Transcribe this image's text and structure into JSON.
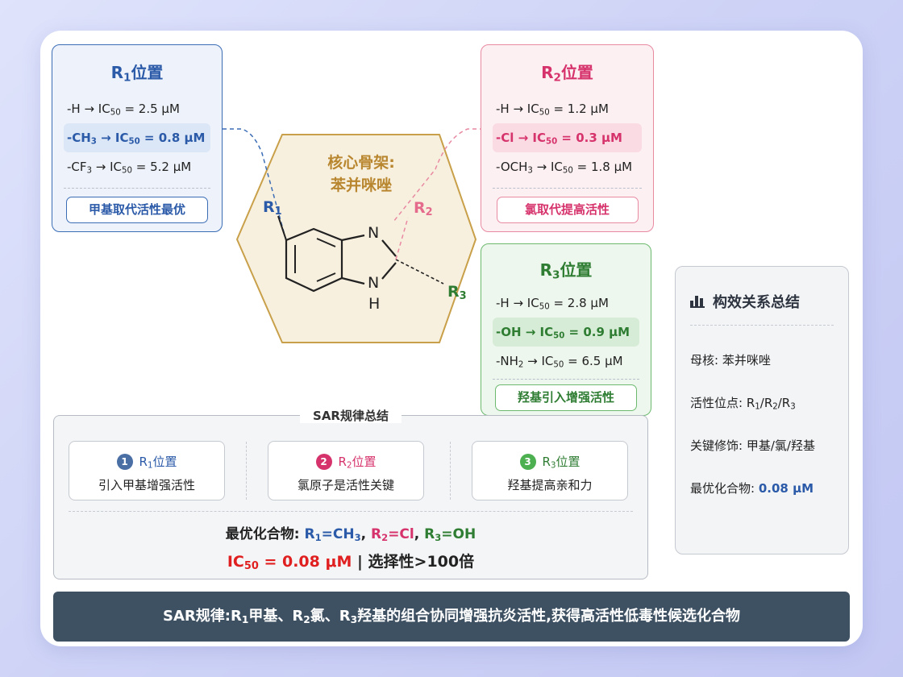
{
  "r1_panel": {
    "title_main": "R",
    "title_sub": "1",
    "title_suffix": "位置",
    "rows": [
      {
        "group": "-H",
        "sub": "",
        "arrow": " → IC",
        "ic_sub": "50",
        "value": " = 2.5 μM"
      },
      {
        "group": "-CH",
        "sub": "3",
        "arrow": " → IC",
        "ic_sub": "50",
        "value": " = 0.8 μM"
      },
      {
        "group": "-CF",
        "sub": "3",
        "arrow": " → IC",
        "ic_sub": "50",
        "value": " = 5.2 μM"
      }
    ],
    "tag": "甲基取代活性最优"
  },
  "r2_panel": {
    "title_main": "R",
    "title_sub": "2",
    "title_suffix": "位置",
    "rows": [
      {
        "group": "-H",
        "sub": "",
        "arrow": " → IC",
        "ic_sub": "50",
        "value": " = 1.2 μM"
      },
      {
        "group": "-Cl",
        "sub": "",
        "arrow": " → IC",
        "ic_sub": "50",
        "value": " = 0.3 μM"
      },
      {
        "group": "-OCH",
        "sub": "3",
        "arrow": " → IC",
        "ic_sub": "50",
        "value": " = 1.8 μM"
      }
    ],
    "tag": "氯取代提高活性"
  },
  "r3_panel": {
    "title_main": "R",
    "title_sub": "3",
    "title_suffix": "位置",
    "rows": [
      {
        "group": "-H",
        "sub": "",
        "arrow": " → IC",
        "ic_sub": "50",
        "value": " = 2.8 μM"
      },
      {
        "group": "-OH",
        "sub": "",
        "arrow": " → IC",
        "ic_sub": "50",
        "value": " = 0.9 μM"
      },
      {
        "group": "-NH",
        "sub": "2",
        "arrow": " → IC",
        "ic_sub": "50",
        "value": " = 6.5 μM"
      }
    ],
    "tag": "羟基引入增强活性"
  },
  "core": {
    "label_line1": "核心骨架:",
    "label_line2": "苯并咪唑",
    "atom_n_top": "N",
    "atom_n_bottom": "N",
    "atom_h": "H",
    "r1_label": "R",
    "r1_sub": "1",
    "r2_label": "R",
    "r2_sub": "2",
    "r3_label": "R",
    "r3_sub": "3"
  },
  "summary": {
    "title": "构效关系总结",
    "mother_label": "母核:",
    "mother_value": "苯并咪唑",
    "sites_label": "活性位点:",
    "sites_r": "R",
    "sites_s1": "1",
    "sites_slash1": "/R",
    "sites_s2": "2",
    "sites_slash2": "/R",
    "sites_s3": "3",
    "mods_label": "关键修饰:",
    "mods_value": "甲基/氯/羟基",
    "best_label": "最优化合物:",
    "best_value": "0.08 μM"
  },
  "sar": {
    "title": "SAR规律总结",
    "rules": [
      {
        "num": "1",
        "pos": "R",
        "pos_sub": "1",
        "pos_suffix": "位置",
        "desc": "引入甲基增强活性",
        "color": "#4a6fa5"
      },
      {
        "num": "2",
        "pos": "R",
        "pos_sub": "2",
        "pos_suffix": "位置",
        "desc": "氯原子是活性关键",
        "color": "#d6336c"
      },
      {
        "num": "3",
        "pos": "R",
        "pos_sub": "3",
        "pos_suffix": "位置",
        "desc": "羟基提高亲和力",
        "color": "#4caf50"
      }
    ],
    "best_prefix": "最优化合物:",
    "best_r1": "R",
    "best_r1_sub": "1",
    "best_r1_val": "=CH",
    "best_r1_val_sub": "3",
    "comma1": ", ",
    "best_r2": "R",
    "best_r2_sub": "2",
    "best_r2_val": "=Cl",
    "comma2": ", ",
    "best_r3": "R",
    "best_r3_sub": "3",
    "best_r3_val": "=OH",
    "ic_label": "IC",
    "ic_sub": "50",
    "ic_value": " = 0.08 μM",
    "divider": " | ",
    "selectivity": "选择性>100倍"
  },
  "footer": {
    "p1": "SAR规律:R",
    "s1": "1",
    "p2": "甲基、R",
    "s2": "2",
    "p3": "氯、R",
    "s3": "3",
    "p4": "羟基的组合协同增强抗炎活性,获得高活性低毒性候选化合物"
  },
  "colors": {
    "r1": "#2b5aa8",
    "r2": "#d6336c",
    "r3": "#2e7d32",
    "core": "#b8862e",
    "ic_red": "#e02020"
  }
}
